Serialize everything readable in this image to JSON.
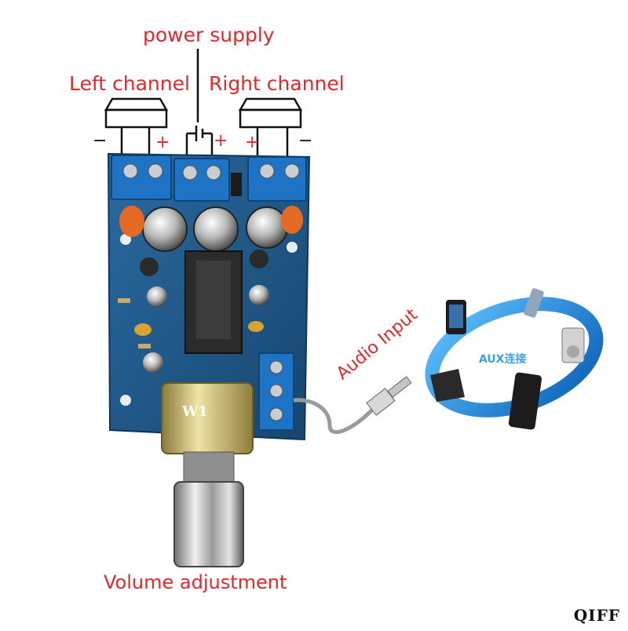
{
  "labels": {
    "power_supply": "power supply",
    "left_channel": "Left channel",
    "right_channel": "Right channel",
    "volume_adjustment": "Volume adjustment",
    "audio_input": "Audio Input",
    "aux": "AUX连接",
    "minus": "−",
    "plus": "+",
    "knob_marking": "W1"
  },
  "watermark": "QIFF",
  "colors": {
    "label_red": "#e8262a",
    "pcb_blue": "#1d5a8c",
    "terminal_blue": "#1f73c4",
    "aux_ring": "#1e8fe0"
  }
}
